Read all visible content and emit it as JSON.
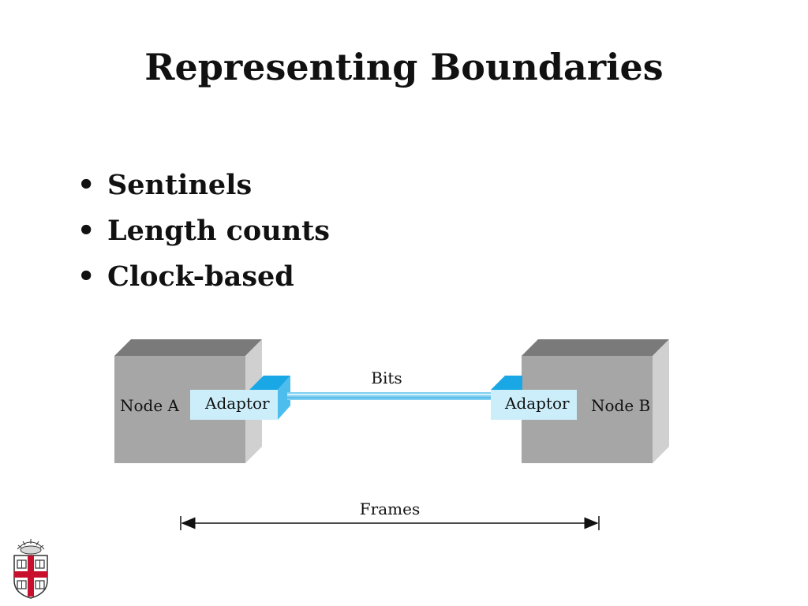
{
  "slide": {
    "title": "Representing Boundaries",
    "bullets": [
      "Sentinels",
      "Length counts",
      "Clock-based"
    ]
  },
  "diagram": {
    "node_a_label": "Node A",
    "node_b_label": "Node B",
    "adaptor_a_label": "Adaptor",
    "adaptor_b_label": "Adaptor",
    "link_label": "Bits",
    "span_label": "Frames",
    "colors": {
      "node_front": "#a6a6a6",
      "node_top": "#7a7a7a",
      "node_side": "#d0d0d0",
      "adaptor_face": "#cceefa",
      "adaptor_top": "#1aa7e6",
      "link": "#7fd0f2"
    }
  },
  "logo": {
    "icon": "university-shield-icon"
  }
}
